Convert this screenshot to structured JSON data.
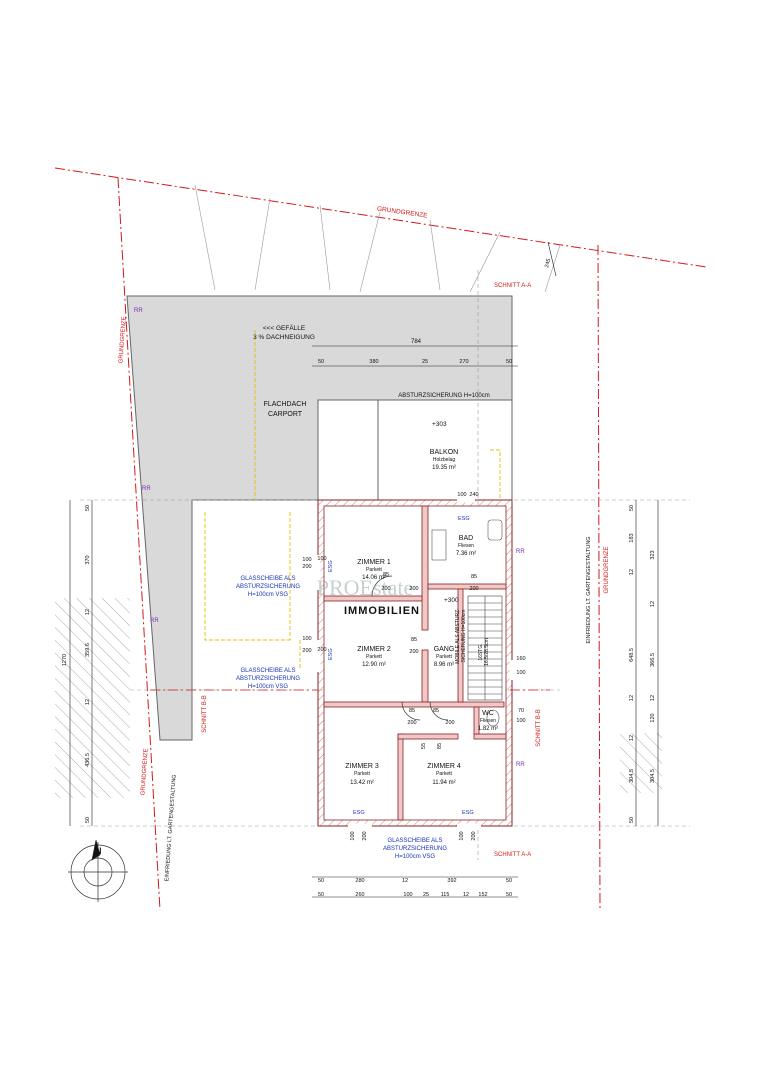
{
  "boundary": {
    "top": "GRUNDGRENZE",
    "left": "GRUNDGRENZE",
    "left_lower": "GRUNDGRENZE",
    "right": "GRUNDGRENZE"
  },
  "fence": {
    "left": "EINFRIEDUNG LT. GARTENGESTALTUNG",
    "right": "EINFRIEDUNG LT. GARTENGESTALTUNG"
  },
  "sections": {
    "aa_top": "SCHNITT A-A",
    "aa_bottom": "SCHNITT A-A",
    "bb_left": "SCHNITT B-B",
    "bb_right": "SCHNITT B-B"
  },
  "carport": {
    "slope_1": "<<< GEFÄLLE",
    "slope_2": "3 % DACHNEIGUNG",
    "name_1": "FLACHDACH",
    "name_2": "CARPORT"
  },
  "rr": [
    "RR",
    "RR",
    "RR",
    "RR",
    "RR"
  ],
  "balkon": {
    "railing": "ABSTURZSICHERUNG H=100cm",
    "level": "+303",
    "name": "BALKON",
    "floor": "Holzbelag",
    "area": "19.35 m²"
  },
  "rooms": {
    "zimmer1": {
      "name": "ZIMMER 1",
      "floor": "Parkett",
      "area": "14.06 m²"
    },
    "bad": {
      "name": "BAD",
      "floor": "Fliesen",
      "area": "7.36 m²"
    },
    "zimmer2": {
      "name": "ZIMMER 2",
      "floor": "Parkett",
      "area": "12.90 m²"
    },
    "gang": {
      "name": "GANG",
      "floor": "Parkett",
      "area": "8.96 m²"
    },
    "wc": {
      "name": "WC",
      "floor": "Fliesen",
      "area": "1.82 m²"
    },
    "zimmer3": {
      "name": "ZIMMER 3",
      "floor": "Parkett",
      "area": "13.42 m²"
    },
    "zimmer4": {
      "name": "ZIMMER 4",
      "floor": "Parkett",
      "area": "11.94 m²"
    }
  },
  "level_inside": "+300",
  "stair": {
    "count": "16STG.",
    "dim": "16.5/28.5cm",
    "railing_1": "MOBILE ALS ABSTURZ-",
    "railing_2": "SICHERUNG H=100cm"
  },
  "glass": {
    "l1": "GLASSCHEIBE ALS",
    "l2": "ABSTURZSICHERUNG",
    "l3": "H=100cm VSG"
  },
  "esg": "ESG",
  "watermark": "PROEstate",
  "immobilien": "IMMOBILIEN",
  "dims": {
    "top_total": "784",
    "top": [
      "50",
      "380",
      "25",
      "270",
      "50"
    ],
    "d245": "245",
    "bottom1": [
      "50",
      "280",
      "12",
      "392",
      "50"
    ],
    "bottom2": [
      "50",
      "260",
      "100",
      "25",
      "115",
      "12",
      "152",
      "50"
    ],
    "left_outer": "1270",
    "left_inner": [
      "50",
      "370",
      "12",
      "359.6",
      "12",
      "436.5",
      "50"
    ],
    "right_inner": [
      "50",
      "183",
      "12",
      "323",
      "12",
      "648.5",
      "12",
      "366.5",
      "12",
      "120",
      "12",
      "304.5"
    ],
    "right_outer": [
      "50",
      "304.5"
    ],
    "openings": [
      "100",
      "200",
      "85",
      "200",
      "200",
      "100",
      "240",
      "85",
      "200",
      "85",
      "200",
      "160",
      "100",
      "85",
      "200",
      "85",
      "200",
      "70",
      "100",
      "55",
      "85",
      "100",
      "200",
      "100",
      "200",
      "100",
      "200",
      "100",
      "200"
    ]
  }
}
